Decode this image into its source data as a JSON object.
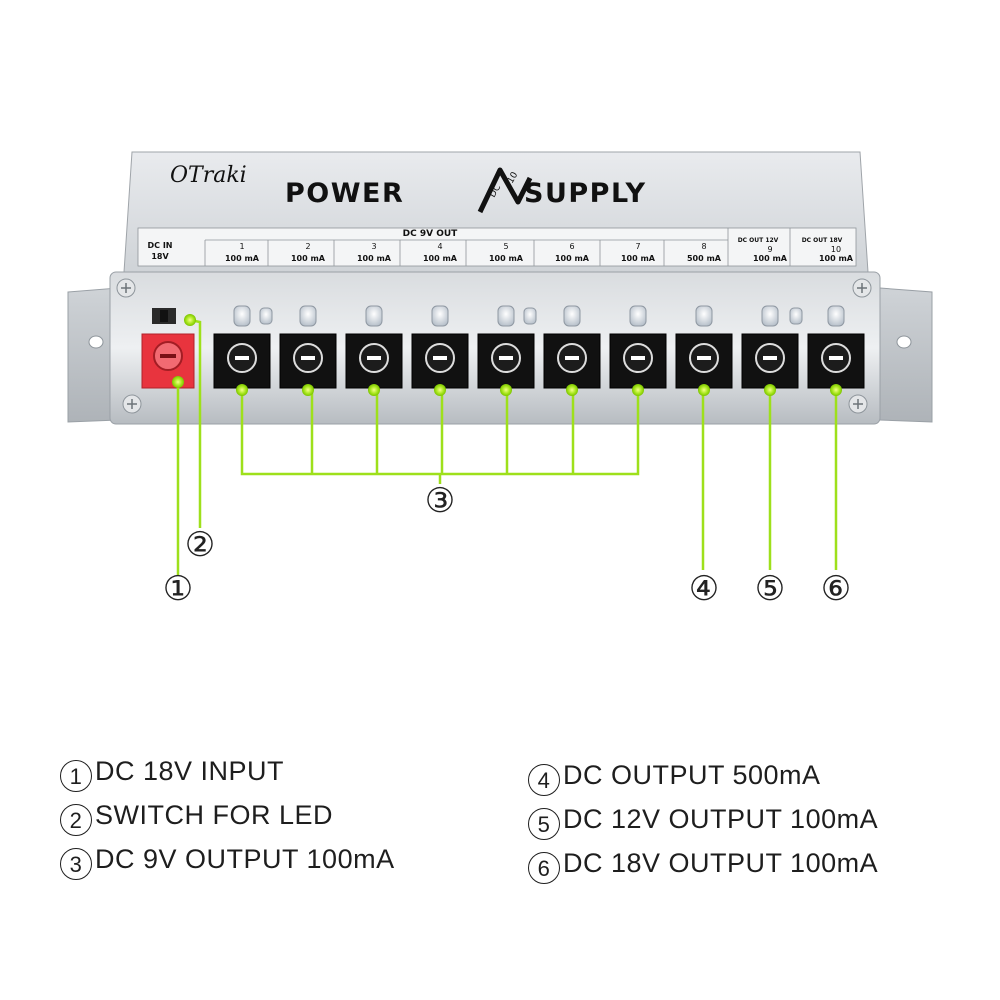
{
  "brand": "OTraki",
  "product_title_left": "POWER",
  "product_title_right": "SUPPLY",
  "product_badge_top": "10",
  "product_badge_bottom": "DC",
  "panel": {
    "dc_in_line1": "DC IN",
    "dc_in_line2": "18V",
    "group_9v_label": "DC 9V OUT",
    "group_12v_label": "DC OUT 12V",
    "group_18v_label": "DC OUT 18V",
    "ports": [
      {
        "num": "1",
        "current": "100 mA"
      },
      {
        "num": "2",
        "current": "100 mA"
      },
      {
        "num": "3",
        "current": "100 mA"
      },
      {
        "num": "4",
        "current": "100 mA"
      },
      {
        "num": "5",
        "current": "100 mA"
      },
      {
        "num": "6",
        "current": "100 mA"
      },
      {
        "num": "7",
        "current": "100 mA"
      },
      {
        "num": "8",
        "current": "500 mA"
      },
      {
        "num": "9",
        "current": "100 mA"
      },
      {
        "num": "10",
        "current": "100 mA"
      }
    ]
  },
  "callouts": [
    "①",
    "②",
    "③",
    "④",
    "⑤",
    "⑥"
  ],
  "legend": [
    {
      "num": "1",
      "text": "DC 18V INPUT"
    },
    {
      "num": "2",
      "text": "SWITCH FOR LED"
    },
    {
      "num": "3",
      "text": "DC 9V OUTPUT 100mA"
    },
    {
      "num": "4",
      "text": "DC OUTPUT 500mA"
    },
    {
      "num": "5",
      "text": "DC 12V OUTPUT 100mA"
    },
    {
      "num": "6",
      "text": "DC 18V OUTPUT 100mA"
    }
  ],
  "colors": {
    "accent_green": "#9ee01b",
    "input_jack_red": "#e8343e",
    "housing_silver": "#d6d9dc"
  }
}
